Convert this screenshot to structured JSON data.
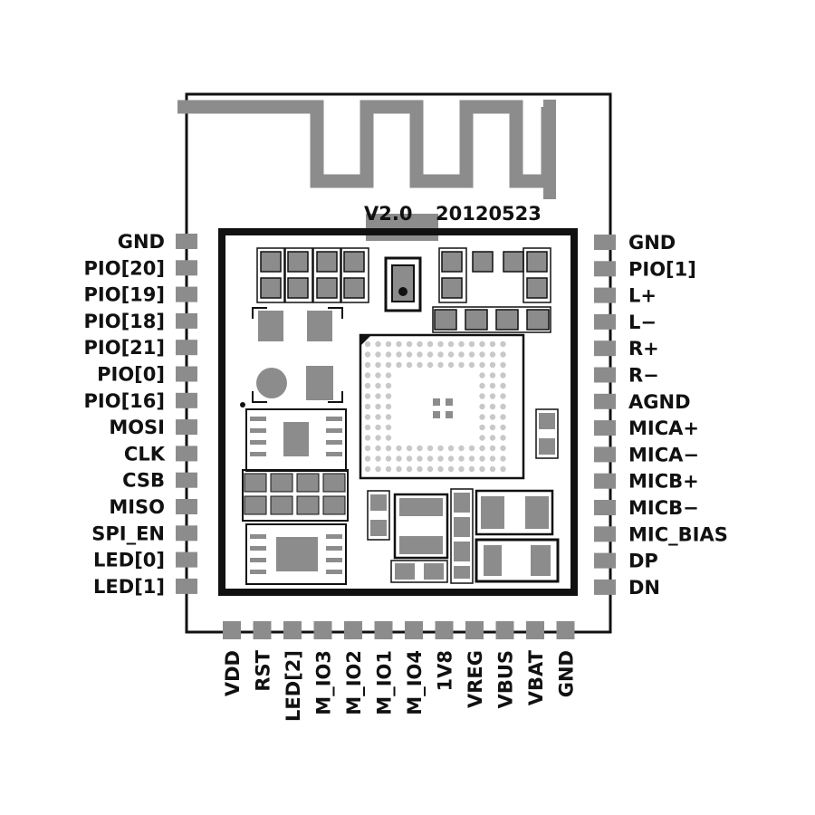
{
  "board": {
    "revision": "V2.0",
    "date_code": "20120523"
  },
  "colors": {
    "outline": "#111111",
    "copper": "#8c8c8c",
    "via": "#c8c8c8"
  },
  "pins": {
    "left": [
      "GND",
      "PIO[20]",
      "PIO[19]",
      "PIO[18]",
      "PIO[21]",
      "PIO[0]",
      "PIO[16]",
      "MOSI",
      "CLK",
      "CSB",
      "MISO",
      "SPI_EN",
      "LED[0]",
      "LED[1]"
    ],
    "right": [
      "GND",
      "PIO[1]",
      "L+",
      "L−",
      "R+",
      "R−",
      "AGND",
      "MICA+",
      "MICA−",
      "MICB+",
      "MICB−",
      "MIC_BIAS",
      "DP",
      "DN"
    ],
    "bottom": [
      "VDD",
      "RST",
      "LED[2]",
      "M_IO3",
      "M_IO2",
      "M_IO1",
      "M_IO4",
      "1V8",
      "VREG",
      "VBUS",
      "VBAT",
      "GND"
    ]
  }
}
